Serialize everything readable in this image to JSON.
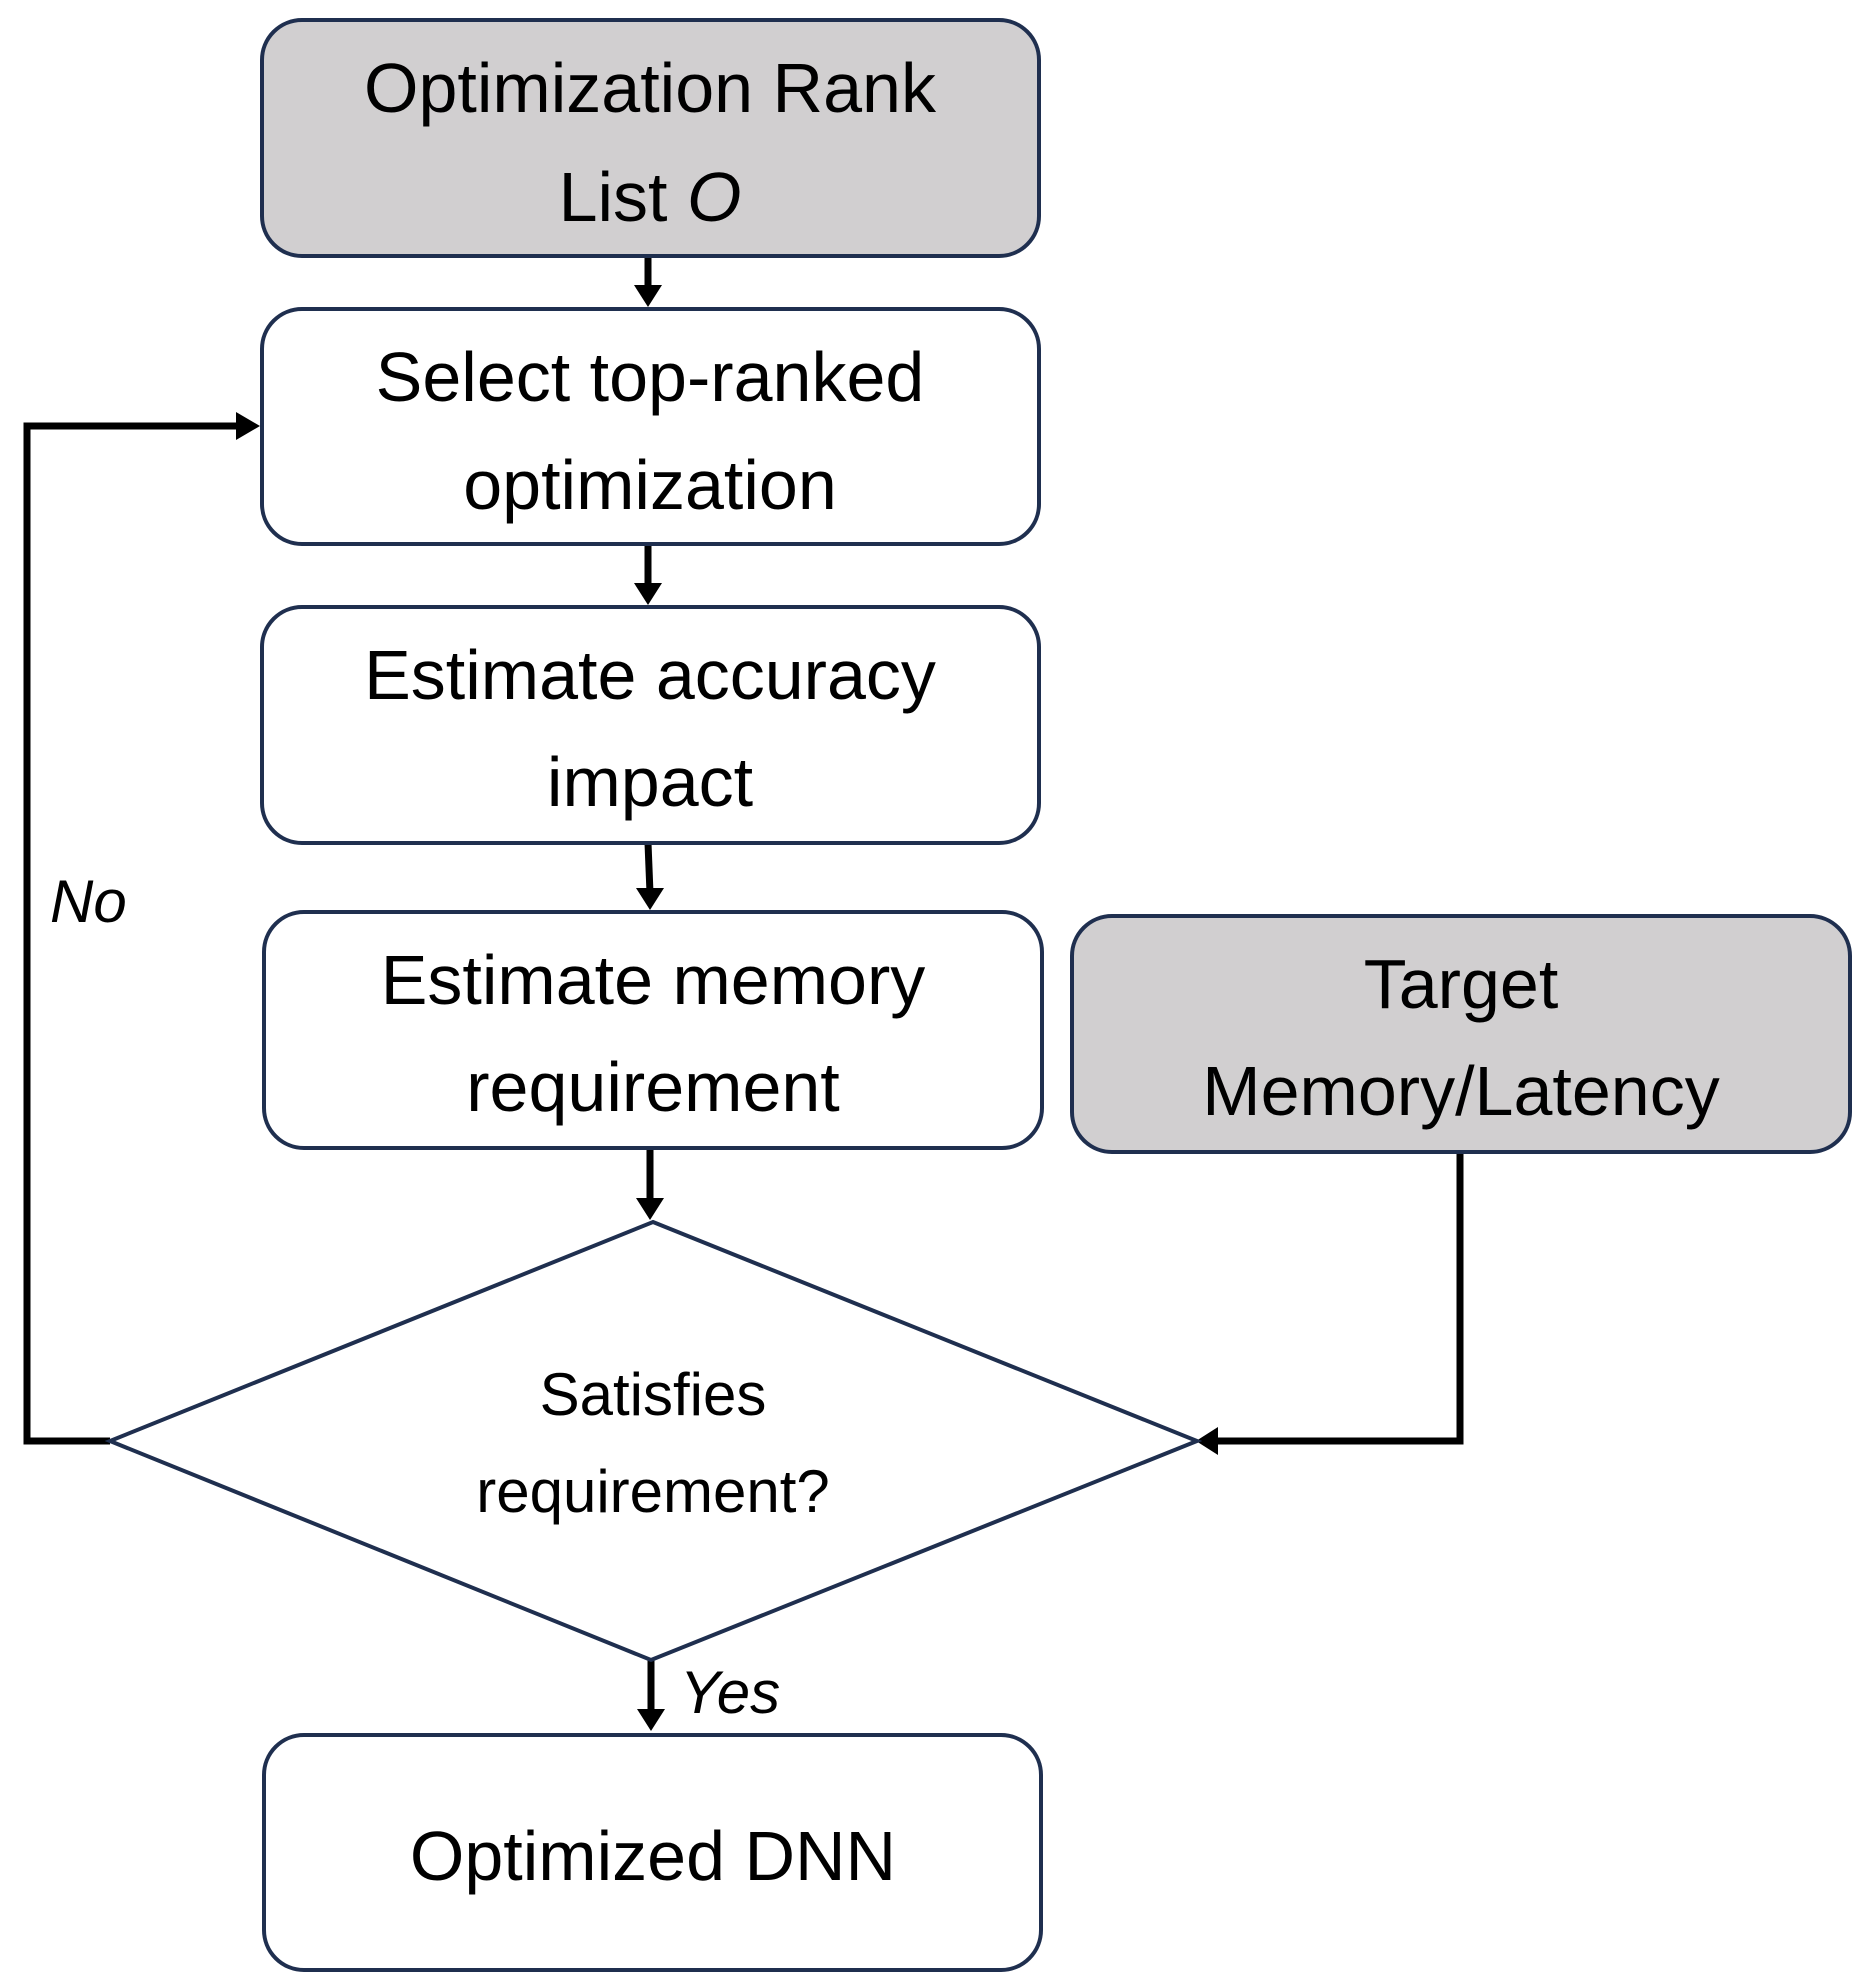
{
  "colors": {
    "border": "#1f2f4f",
    "input_fill": "#d1cfd0",
    "step_fill": "#ffffff",
    "arrow": "#000000"
  },
  "nodes": {
    "rank_list": {
      "line1": "Optimization Rank",
      "line2_prefix": "List ",
      "line2_var": "O"
    },
    "select": {
      "line1": "Select top-ranked",
      "line2": "optimization"
    },
    "accuracy": {
      "line1": "Estimate accuracy",
      "line2": "impact"
    },
    "memory": {
      "line1": "Estimate memory",
      "line2": "requirement"
    },
    "target": {
      "line1": "Target",
      "line2": "Memory/Latency"
    },
    "decision": {
      "line1": "Satisfies",
      "line2": "requirement?"
    },
    "output": {
      "label": "Optimized DNN"
    }
  },
  "edges": {
    "no_label": "No",
    "yes_label": "Yes"
  }
}
